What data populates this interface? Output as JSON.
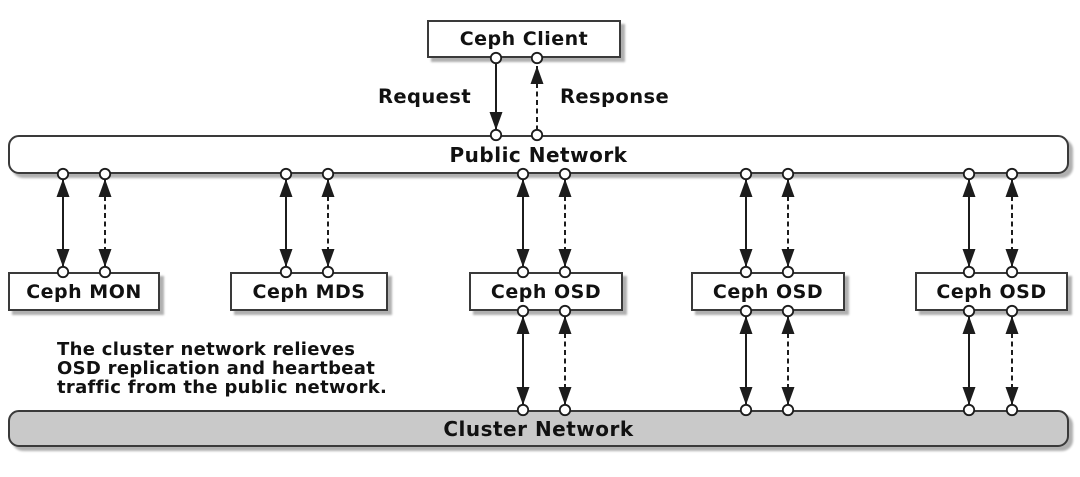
{
  "diagram": {
    "type": "network-architecture",
    "client": {
      "label": "Ceph Client"
    },
    "edge_labels": {
      "request": "Request",
      "response": "Response"
    },
    "public_network": {
      "label": "Public Network"
    },
    "nodes": [
      {
        "id": "ceph-mon",
        "label": "Ceph MON"
      },
      {
        "id": "ceph-mds",
        "label": "Ceph MDS"
      },
      {
        "id": "ceph-osd-1",
        "label": "Ceph OSD"
      },
      {
        "id": "ceph-osd-2",
        "label": "Ceph OSD"
      },
      {
        "id": "ceph-osd-3",
        "label": "Ceph OSD"
      }
    ],
    "note": "The cluster network relieves\nOSD replication and heartbeat\ntraffic from the public network.",
    "cluster_network": {
      "label": "Cluster Network"
    },
    "edges": [
      {
        "from": "ceph-client",
        "to": "public-network",
        "label": "Request",
        "style": "solid",
        "direction": "down"
      },
      {
        "from": "public-network",
        "to": "ceph-client",
        "label": "Response",
        "style": "dashed",
        "direction": "up"
      },
      {
        "from": "ceph-mon",
        "to": "public-network",
        "style": "solid+dashed",
        "direction": "bidirectional"
      },
      {
        "from": "ceph-mds",
        "to": "public-network",
        "style": "solid+dashed",
        "direction": "bidirectional"
      },
      {
        "from": "ceph-osd-1",
        "to": "public-network",
        "style": "solid+dashed",
        "direction": "bidirectional"
      },
      {
        "from": "ceph-osd-2",
        "to": "public-network",
        "style": "solid+dashed",
        "direction": "bidirectional"
      },
      {
        "from": "ceph-osd-3",
        "to": "public-network",
        "style": "solid+dashed",
        "direction": "bidirectional"
      },
      {
        "from": "ceph-osd-1",
        "to": "cluster-network",
        "style": "solid+dashed",
        "direction": "bidirectional"
      },
      {
        "from": "ceph-osd-2",
        "to": "cluster-network",
        "style": "solid+dashed",
        "direction": "bidirectional"
      },
      {
        "from": "ceph-osd-3",
        "to": "cluster-network",
        "style": "solid+dashed",
        "direction": "bidirectional"
      }
    ],
    "colors": {
      "line": "#1c1c1c",
      "node_fill": "#ffffff",
      "cluster_fill": "#c9c9c9",
      "background": "#ffffff",
      "shadow": "#b0b0b0"
    }
  }
}
